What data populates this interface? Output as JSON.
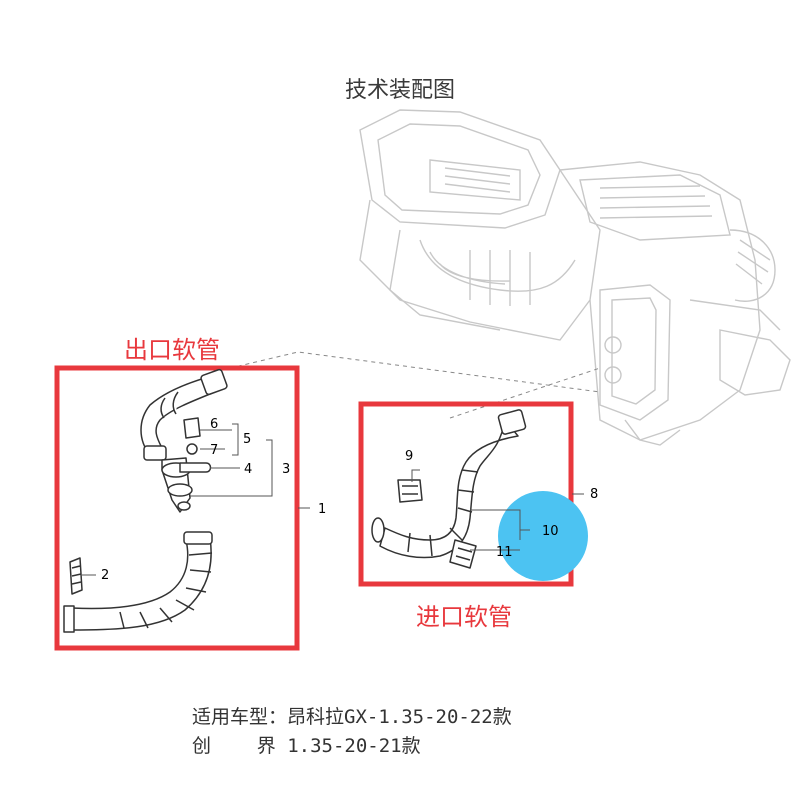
{
  "title": "技术装配图",
  "outlet": {
    "label": "出口软管"
  },
  "inlet": {
    "label": "进口软管"
  },
  "parts": [
    "1",
    "2",
    "3",
    "4",
    "5",
    "6",
    "7",
    "8",
    "9",
    "10",
    "11"
  ],
  "notes": {
    "line1": "适用车型：昂科拉GX-1.35-20-22款",
    "line2": "创    界 1.35-20-21款"
  },
  "colors": {
    "highlight_box": "#e8383d",
    "marker": "#4cc3f2"
  }
}
